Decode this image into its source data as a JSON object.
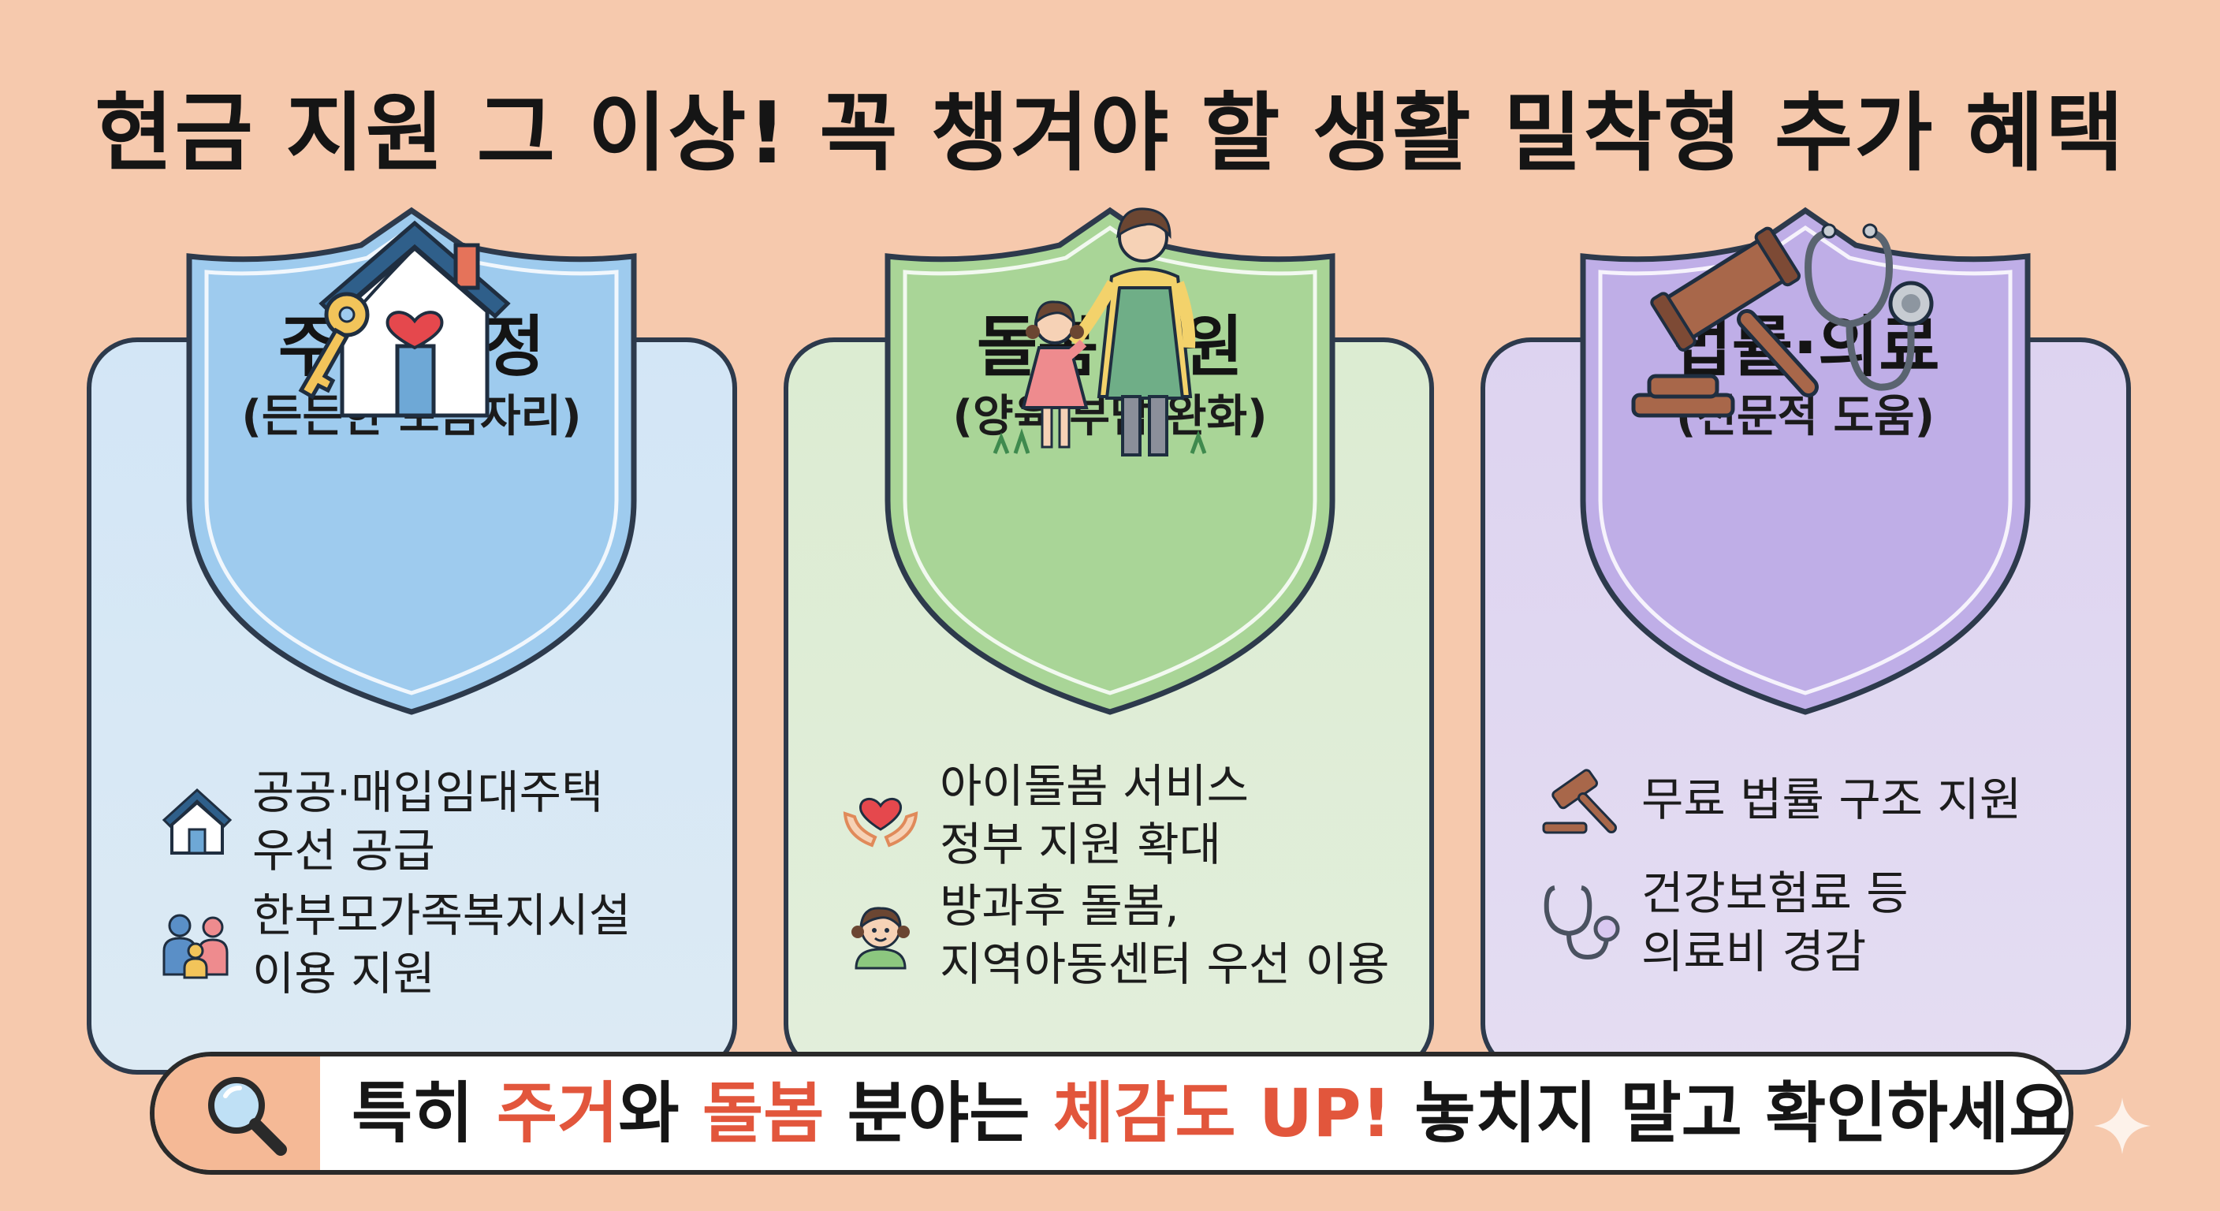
{
  "title": "현금 지원 그 이상! 꼭 챙겨야 할 생활 밀착형 추가 혜택",
  "colors": {
    "background": "#f6c9ad",
    "blue_shield": "#9ecbee",
    "green_shield": "#a9d597",
    "purple_shield": "#bfaee7",
    "highlight": "#e2563c",
    "outline": "#2d3a4c"
  },
  "cards": [
    {
      "title": "주거 안정",
      "subtitle": "(든든한 보금자리)",
      "illustration": "house-with-key-icon",
      "items": [
        {
          "icon": "house-icon",
          "line1": "공공·매입임대주택",
          "line2": "우선 공급"
        },
        {
          "icon": "family-icon",
          "line1": "한부모가족복지시설",
          "line2": "이용 지원"
        }
      ]
    },
    {
      "title": "돌봄 지원",
      "subtitle": "(양육 부담 완화)",
      "illustration": "mother-and-child-icon",
      "items": [
        {
          "icon": "hands-heart-icon",
          "line1": "아이돌봄 서비스",
          "line2": "정부 지원 확대"
        },
        {
          "icon": "child-face-icon",
          "line1": "방과후 돌봄,",
          "line2": "지역아동센터 우선 이용"
        }
      ]
    },
    {
      "title": "법률·의료",
      "subtitle": "(전문적 도움)",
      "illustration": "gavel-and-stethoscope-icon",
      "items": [
        {
          "icon": "gavel-icon",
          "line1": "무료 법률 구조 지원",
          "line2": ""
        },
        {
          "icon": "stethoscope-icon",
          "line1": "건강보험료 등",
          "line2": "의료비 경감"
        }
      ]
    }
  ],
  "banner": {
    "icon": "magnifier-icon",
    "p1": "특히 ",
    "h1": "주거",
    "p2": "와 ",
    "h2": "돌봄",
    "p3": " 분야는 ",
    "h3": "체감도 UP!",
    "p4": " 놓치지 말고 확인하세요."
  }
}
